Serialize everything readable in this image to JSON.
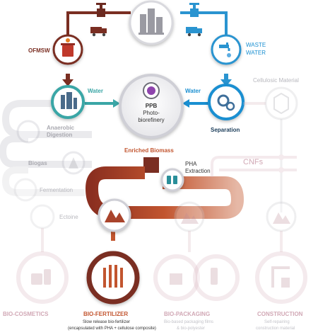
{
  "labels": {
    "ofmsw": "OFMSW",
    "waste_water_line1": "WASTE",
    "waste_water_line2": "WATER",
    "water_left": "Water",
    "water_right": "Water",
    "ppb_line1": "PPB",
    "ppb_line2": "Photo-",
    "ppb_line3": "biorefinery",
    "separation": "Separation",
    "cellulosic_material": "Cellulosic Material",
    "anaerobic_line1": "Anaerobic",
    "anaerobic_line2": "Digestion",
    "biogas": "Biogas",
    "fermentation": "Fermentation",
    "ectoine": "Ectoine",
    "enriched_biomass": "Enriched Biomass",
    "pha_line1": "PHA",
    "pha_line2": "Extraction",
    "cnfs": "CNFs",
    "bio_cosmetics": "BIO-COSMETICS",
    "bio_fertilizer": "BIO-FERTILIZER",
    "bio_fertilizer_desc1": "Slow release bio-fertilizer",
    "bio_fertilizer_desc2": "(encapsulated with PHA + cellulose composite)",
    "bio_packaging": "BIO-PACKAGING",
    "bio_packaging_desc1": "Bio-based packaging films",
    "bio_packaging_desc2": "& bio-polyester",
    "construction": "CONSTRUCTION",
    "construction_desc1": "Self-repairing",
    "construction_desc2": "construction material"
  },
  "colors": {
    "dark_red": "#7a2e22",
    "orange": "#c2552f",
    "blue": "#1a8fd1",
    "teal": "#3aa6a6",
    "pink_faded": "#d8b6c0",
    "grey_faded": "#c7c7cd"
  }
}
